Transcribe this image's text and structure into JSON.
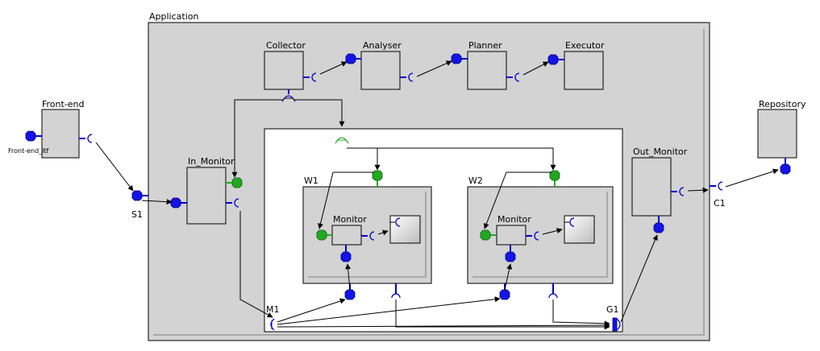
{
  "application": {
    "label": "Application"
  },
  "components": {
    "front_end": {
      "label": "Front-end",
      "interface_label": "Front-end_itf"
    },
    "collector": {
      "label": "Collector"
    },
    "analyser": {
      "label": "Analyser"
    },
    "planner": {
      "label": "Planner"
    },
    "executor": {
      "label": "Executor"
    },
    "in_monitor": {
      "label": "In_Monitor"
    },
    "out_monitor": {
      "label": "Out_Monitor"
    },
    "repository": {
      "label": "Repository"
    },
    "w1": {
      "label": "W1",
      "monitor_label": "Monitor"
    },
    "w2": {
      "label": "W2",
      "monitor_label": "Monitor"
    }
  },
  "bindings": {
    "s1": "S1",
    "c1": "C1",
    "m1": "M1",
    "g1": "G1"
  },
  "colors": {
    "component_fill": "#d3d3d3",
    "provided_port": "#1414e6",
    "green_port": "#22a822",
    "interface_line": "#0000cc"
  }
}
